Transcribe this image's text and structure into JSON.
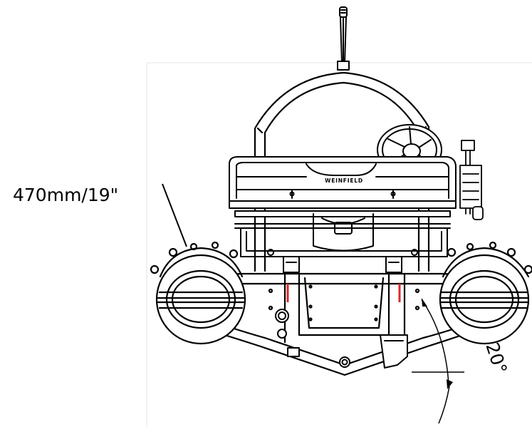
{
  "drawing": {
    "tube_diameter_label": "470mm/19\"",
    "deadrise_angle_label": "20°",
    "brand_mark": "WEINFIELD"
  },
  "colors": {
    "line": "#000000",
    "background": "#ffffff",
    "accent_marks": "#e0262a"
  }
}
